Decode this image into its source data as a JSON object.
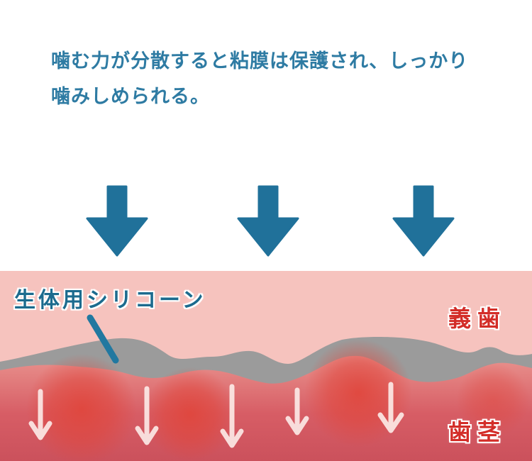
{
  "title": {
    "line1": "噛む力が分散すると粘膜は保護され、しっかり",
    "line2": "噛みしめられる。"
  },
  "diagram": {
    "silicone_label": "生体用シリコーン",
    "denture_label": "義歯",
    "gum_label": "歯茎",
    "force_arrow_count": 3,
    "pressure_arrow_count": 5
  },
  "colors": {
    "title-text": "#2e7ba3",
    "force-arrow": "#20719a",
    "silicone-label-text": "#1c6b8e",
    "red-label-text": "#d32d28",
    "denture-pink": "#f6c3be",
    "silicone-gray": "#9b9b9b",
    "gum-red-top": "#e9938e",
    "gum-red-mid": "#d75d65",
    "gum-red-bottom": "#cb515c",
    "pressure-spot-red": "#e0453b",
    "pressure-arrow-white": "#fdece9",
    "pointer-line-teal": "#2178a0"
  }
}
